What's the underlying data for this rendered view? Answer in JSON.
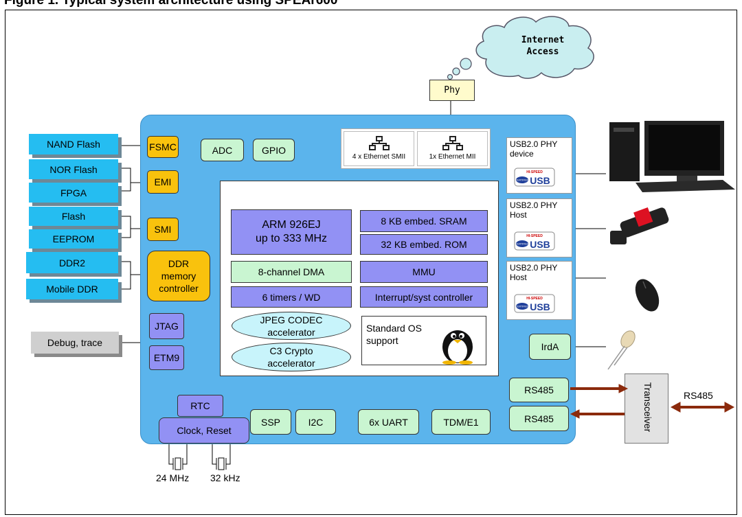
{
  "title": "Figure 1. Typical system architecture using SPEAr600",
  "cloud": {
    "line1": "Internet",
    "line2": "Access"
  },
  "phy": "Phy",
  "ethernet": {
    "smii": "4 x Ethernet SMII",
    "mii": "1x Ethernet MII"
  },
  "external_memories": {
    "nand": "NAND Flash",
    "nor": "NOR Flash",
    "fpga": "FPGA",
    "flash": "Flash",
    "eeprom": "EEPROM",
    "ddr2": "DDR2",
    "mobile_ddr": "Mobile DDR",
    "debug": "Debug, trace"
  },
  "controllers": {
    "fsmc": "FSMC",
    "emi": "EMI",
    "smi": "SMI",
    "ddr_line1": "DDR",
    "ddr_line2": "memory",
    "ddr_line3": "controller",
    "jtag": "JTAG",
    "etm9": "ETM9"
  },
  "peripherals": {
    "adc": "ADC",
    "gpio": "GPIO",
    "rtc": "RTC",
    "clock_reset": "Clock, Reset",
    "ssp": "SSP",
    "i2c": "I2C",
    "uart": "6x UART",
    "tdm": "TDM/E1",
    "irda": "IrdA",
    "rs485_a": "RS485",
    "rs485_b": "RS485"
  },
  "core": {
    "cpu_line1": "ARM 926EJ",
    "cpu_line2": "up to 333 MHz",
    "sram": "8 KB embed. SRAM",
    "rom": "32 KB embed. ROM",
    "dma": "8-channel DMA",
    "mmu": "MMU",
    "timers": "6 timers / WD",
    "interrupt": "Interrupt/syst controller",
    "jpeg_line1": "JPEG CODEC",
    "jpeg_line2": "accelerator",
    "crypto_line1": "C3 Crypto",
    "crypto_line2": "accelerator",
    "os_line1": "Standard OS",
    "os_line2": "support"
  },
  "usb": {
    "device_line1": "USB2.0 PHY",
    "device_line2": "device",
    "host1_line1": "USB2.0 PHY",
    "host1_line2": "Host",
    "host2_line1": "USB2.0 PHY",
    "host2_line2": "Host",
    "logo_small": "HI-SPEED",
    "logo_big": "USB",
    "logo_cert": "CERTIFIED"
  },
  "transceiver": "Transceiver",
  "rs485_ext": "RS485",
  "crystals": {
    "xtal1": "24 MHz",
    "xtal2": "32 kHz"
  },
  "colors": {
    "chip": "#5bb4ec",
    "external": "#25bdf1",
    "controller": "#f9c20d",
    "peripheral": "#c9f5d1",
    "core_block": "#9291f4",
    "arrow": "#8b2a0c"
  }
}
